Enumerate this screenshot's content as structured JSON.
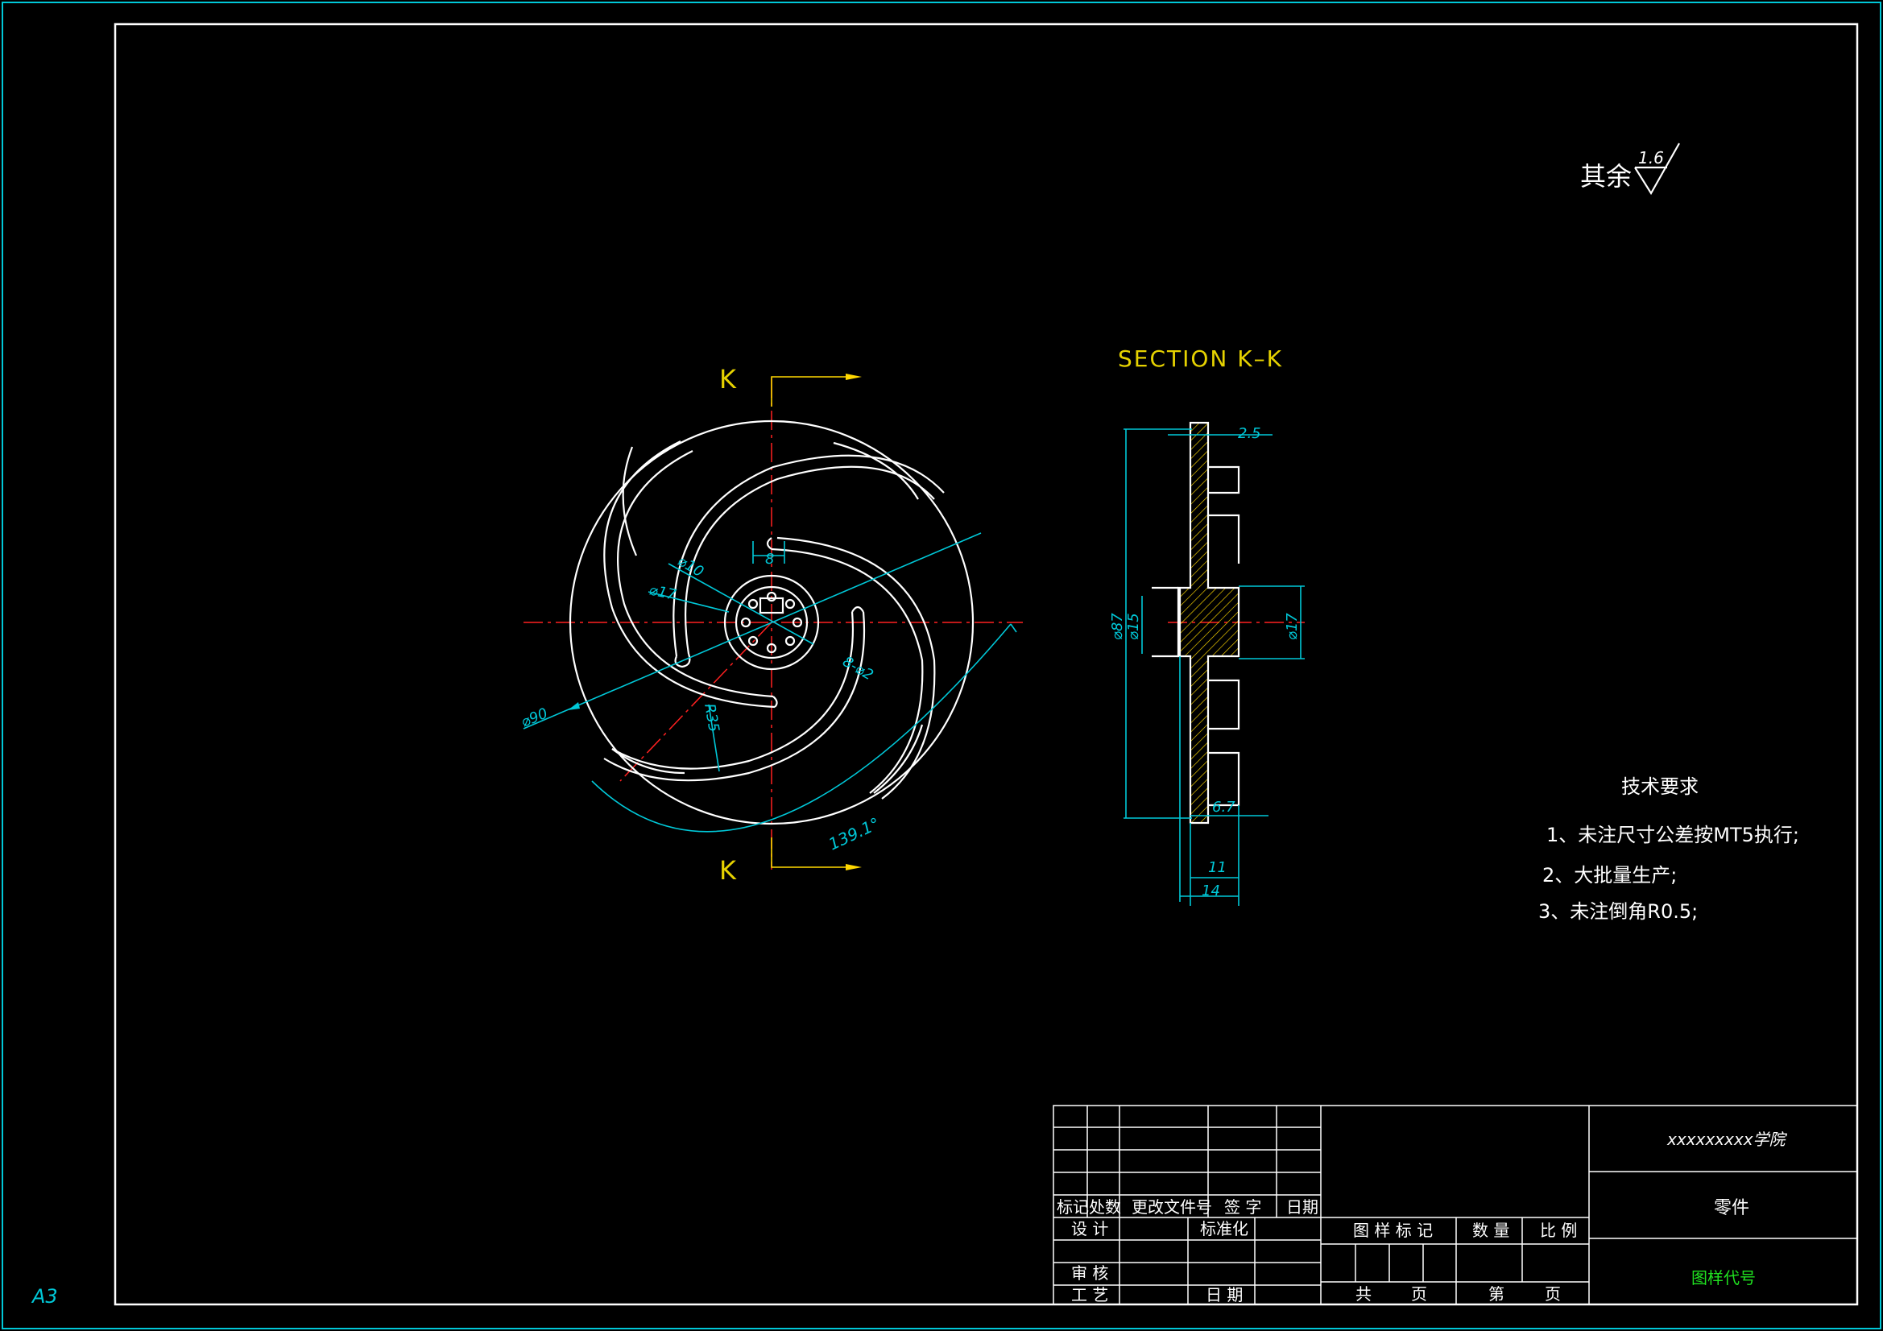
{
  "sheet_size": "A3",
  "roughness": {
    "prefix": "其余",
    "value": "1.6"
  },
  "section": {
    "title": "SECTION K–K",
    "marker_top": "K",
    "marker_bottom": "K"
  },
  "front_view_dims": {
    "d10": "⌀10",
    "d17": "⌀17",
    "d90": "⌀90",
    "r35": "R35",
    "w8": "8",
    "d2": "8-⌀2",
    "angle": "139.1°"
  },
  "section_view_dims": {
    "t25": "2.5",
    "d87": "⌀87",
    "d15": "⌀15",
    "d17": "⌀17",
    "l67": "6.7",
    "l11": "11",
    "l14": "14"
  },
  "tech_requirements": {
    "title": "技术要求",
    "items": [
      "1、未注尺寸公差按MT5执行;",
      "2、大批量生产;",
      "3、未注倒角R0.5;"
    ]
  },
  "title_block": {
    "school": "xxxxxxxxx学院",
    "part_name": "零件",
    "drawing_code": "图样代号",
    "rev_headers": [
      "标记",
      "处数",
      "更改文件号",
      "签 字",
      "日期"
    ],
    "design": "设 计",
    "standardize": "标准化",
    "review": "审 核",
    "process": "工 艺",
    "date": "日 期",
    "drawing_mark": "图 样 标 记",
    "quantity": "数 量",
    "scale": "比 例",
    "total": "共",
    "page": "页",
    "sheet_no": "第",
    "page2": "页"
  }
}
